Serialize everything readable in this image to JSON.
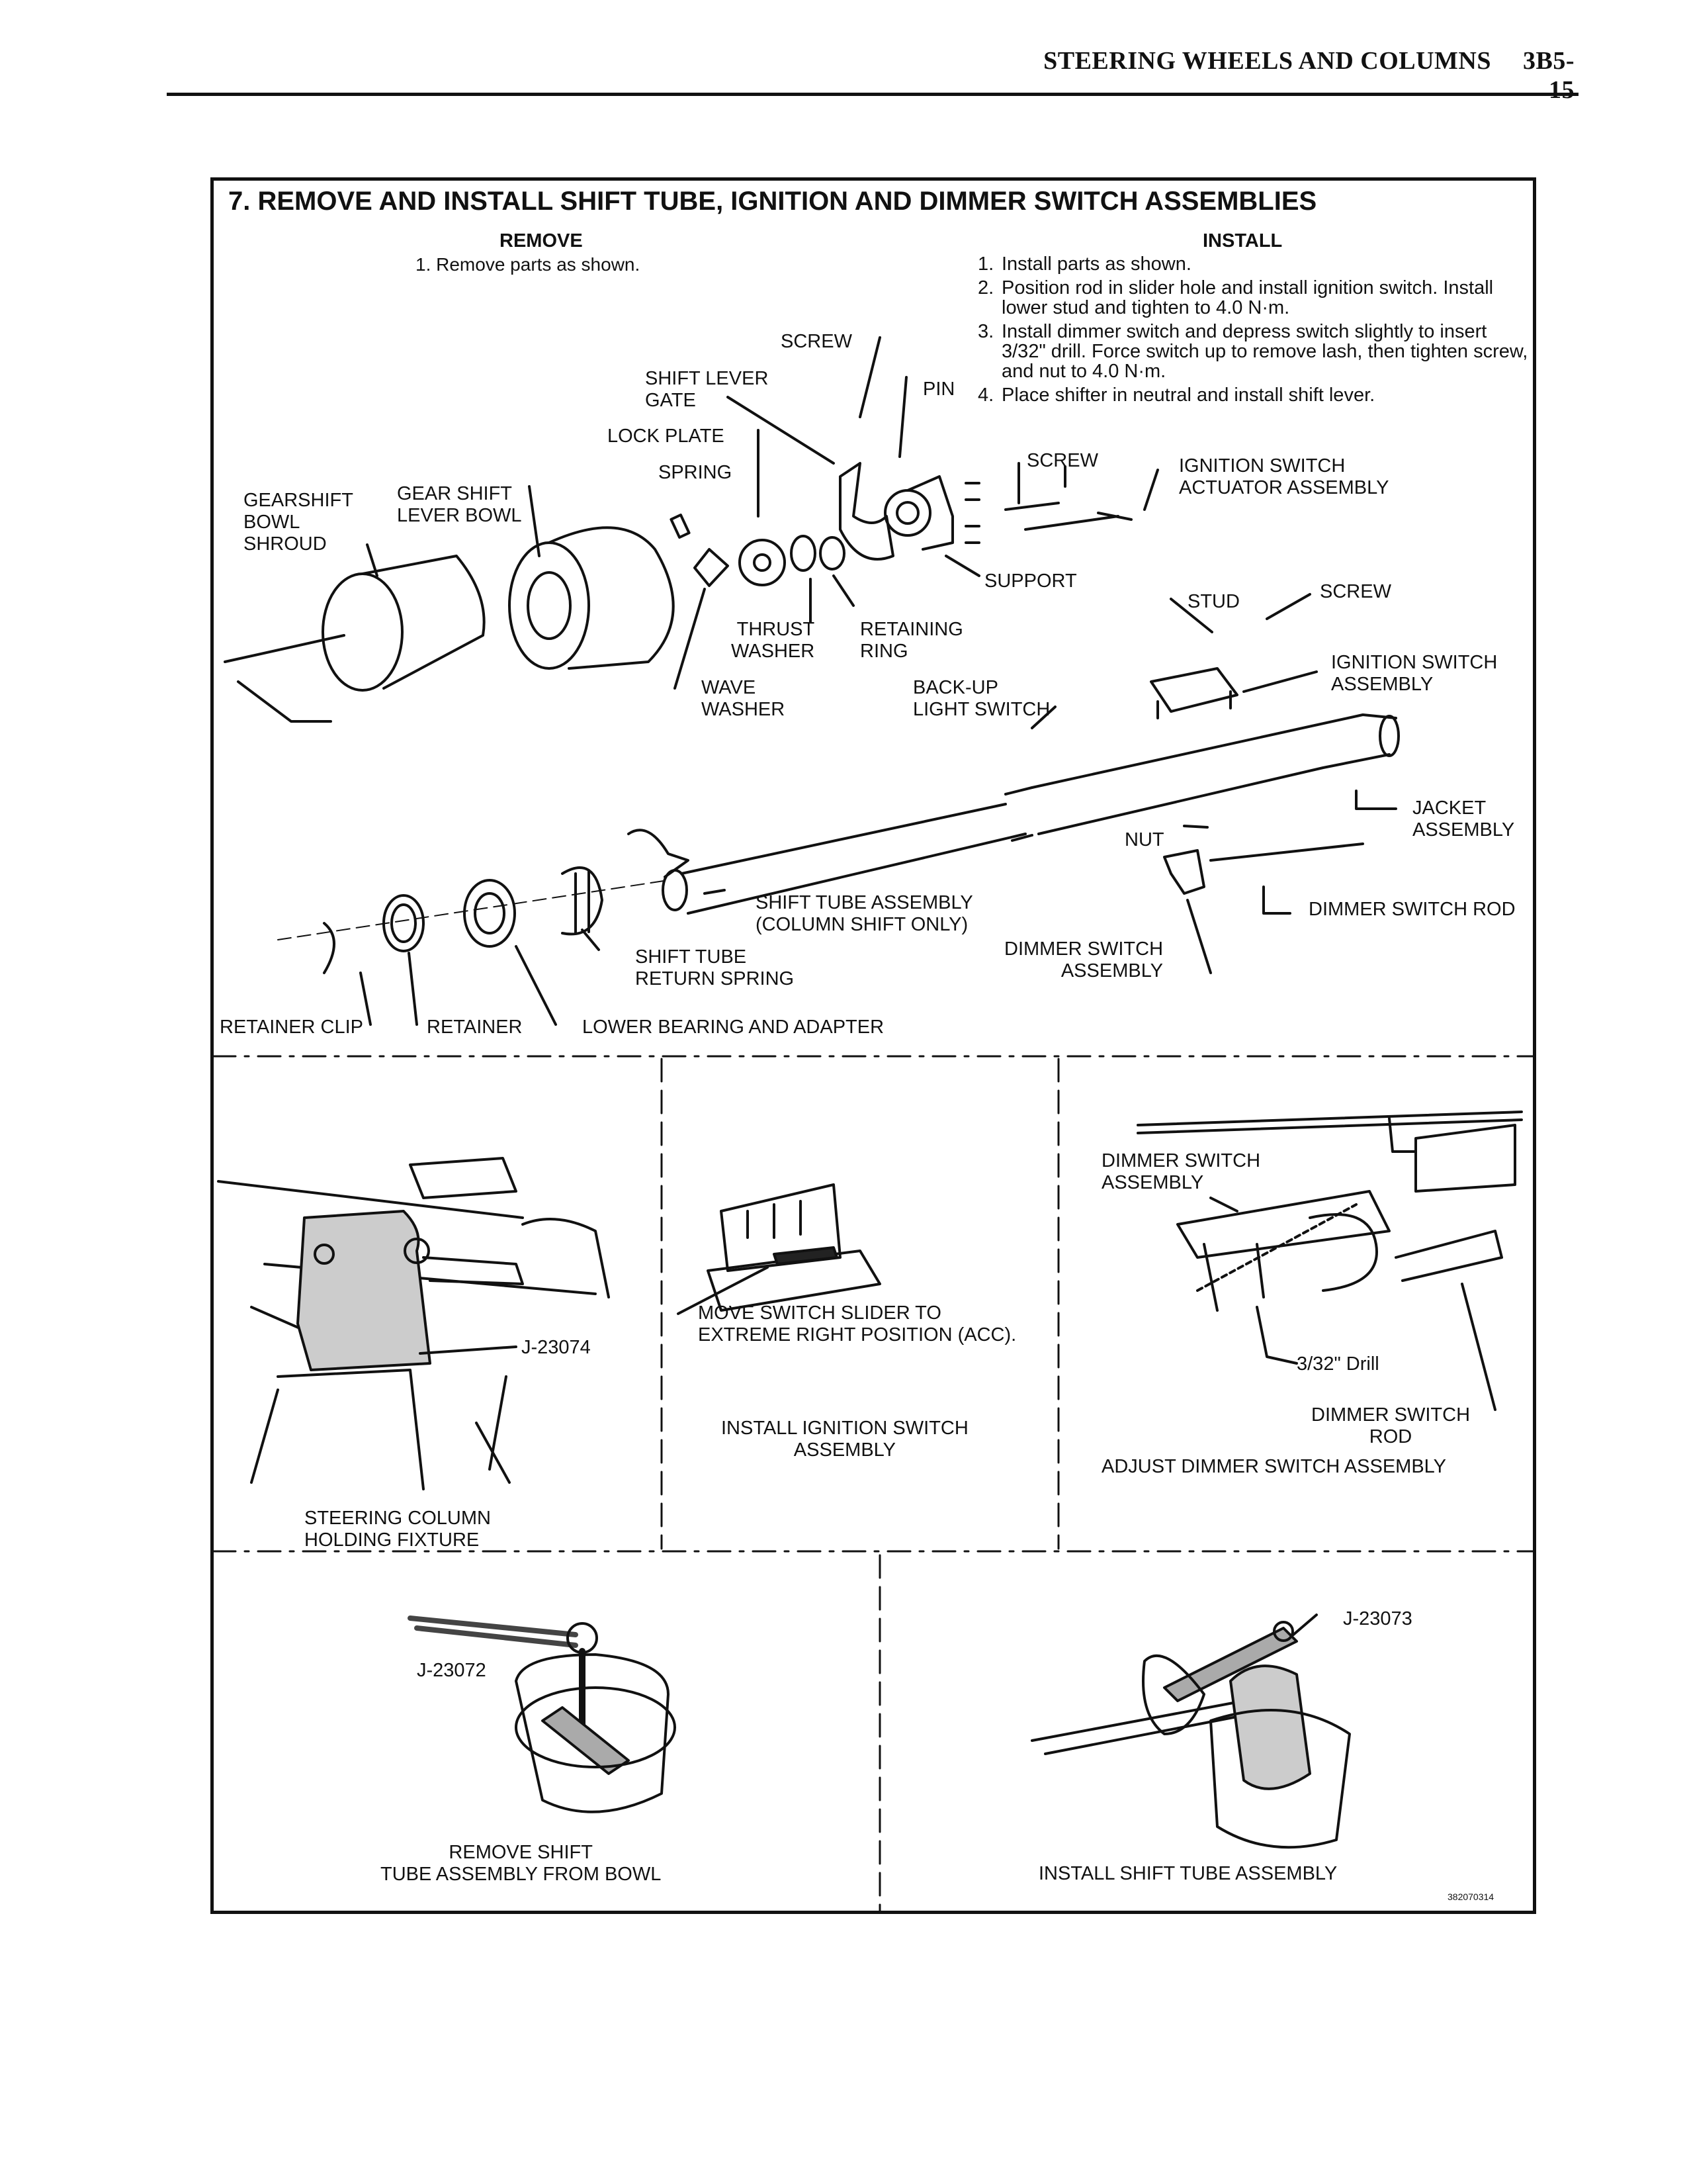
{
  "header": {
    "title": "STEERING WHEELS AND COLUMNS",
    "page": "3B5-15"
  },
  "section": {
    "title": "7. REMOVE AND INSTALL SHIFT TUBE, IGNITION AND DIMMER SWITCH ASSEMBLIES"
  },
  "remove": {
    "heading": "REMOVE",
    "steps": [
      "1.  Remove parts as shown."
    ]
  },
  "install": {
    "heading": "INSTALL",
    "steps": [
      {
        "num": "1.",
        "text": "Install parts as shown."
      },
      {
        "num": "2.",
        "text": "Position rod in slider hole and install ignition switch. Install lower stud and tighten to 4.0 N·m."
      },
      {
        "num": "3.",
        "text": "Install dimmer switch and depress switch slightly to insert 3/32\" drill. Force switch up to remove lash, then tighten screw, and nut to 4.0 N·m."
      },
      {
        "num": "4.",
        "text": "Place shifter in neutral and install shift lever."
      }
    ]
  },
  "labels": {
    "screw_top": "SCREW",
    "shift_lever_gate": "SHIFT LEVER\nGATE",
    "pin": "PIN",
    "lock_plate": "LOCK PLATE",
    "spring": "SPRING",
    "gearshift_bowl_shroud": "GEARSHIFT\nBOWL\nSHROUD",
    "gear_shift_lever_bowl": "GEAR SHIFT\nLEVER BOWL",
    "screw_mid": "SCREW",
    "ignition_switch_actuator": "IGNITION SWITCH\nACTUATOR ASSEMBLY",
    "support": "SUPPORT",
    "thrust_washer": "THRUST\nWASHER",
    "retaining_ring": "RETAINING\nRING",
    "stud": "STUD",
    "screw_right": "SCREW",
    "ignition_switch_assembly": "IGNITION SWITCH\nASSEMBLY",
    "wave_washer": "WAVE\nWASHER",
    "backup_light_switch": "BACK-UP\nLIGHT SWITCH",
    "jacket_assembly": "JACKET\nASSEMBLY",
    "nut": "NUT",
    "shift_tube_assembly": "SHIFT TUBE ASSEMBLY\n(COLUMN SHIFT ONLY)",
    "dimmer_switch_rod": "DIMMER SWITCH ROD",
    "shift_tube_return_spring": "SHIFT TUBE\nRETURN SPRING",
    "dimmer_switch_assembly": "DIMMER SWITCH\nASSEMBLY",
    "retainer_clip": "RETAINER CLIP",
    "retainer": "RETAINER",
    "lower_bearing_adapter": "LOWER BEARING AND ADAPTER"
  },
  "panels": {
    "p1": {
      "tool": "J-23074",
      "caption": "STEERING COLUMN\nHOLDING FIXTURE"
    },
    "p2": {
      "note": "MOVE SWITCH SLIDER TO\nEXTREME RIGHT POSITION (ACC).",
      "caption": "INSTALL IGNITION SWITCH\nASSEMBLY"
    },
    "p3": {
      "label1": "DIMMER SWITCH\nASSEMBLY",
      "drill": "3/32\" Drill",
      "rod": "DIMMER SWITCH\nROD",
      "caption": "ADJUST DIMMER SWITCH ASSEMBLY"
    },
    "p4": {
      "tool": "J-23072",
      "caption": "REMOVE SHIFT\nTUBE ASSEMBLY FROM BOWL"
    },
    "p5": {
      "tool": "J-23073",
      "caption": "INSTALL SHIFT TUBE ASSEMBLY"
    }
  },
  "figure_code": "382070314"
}
